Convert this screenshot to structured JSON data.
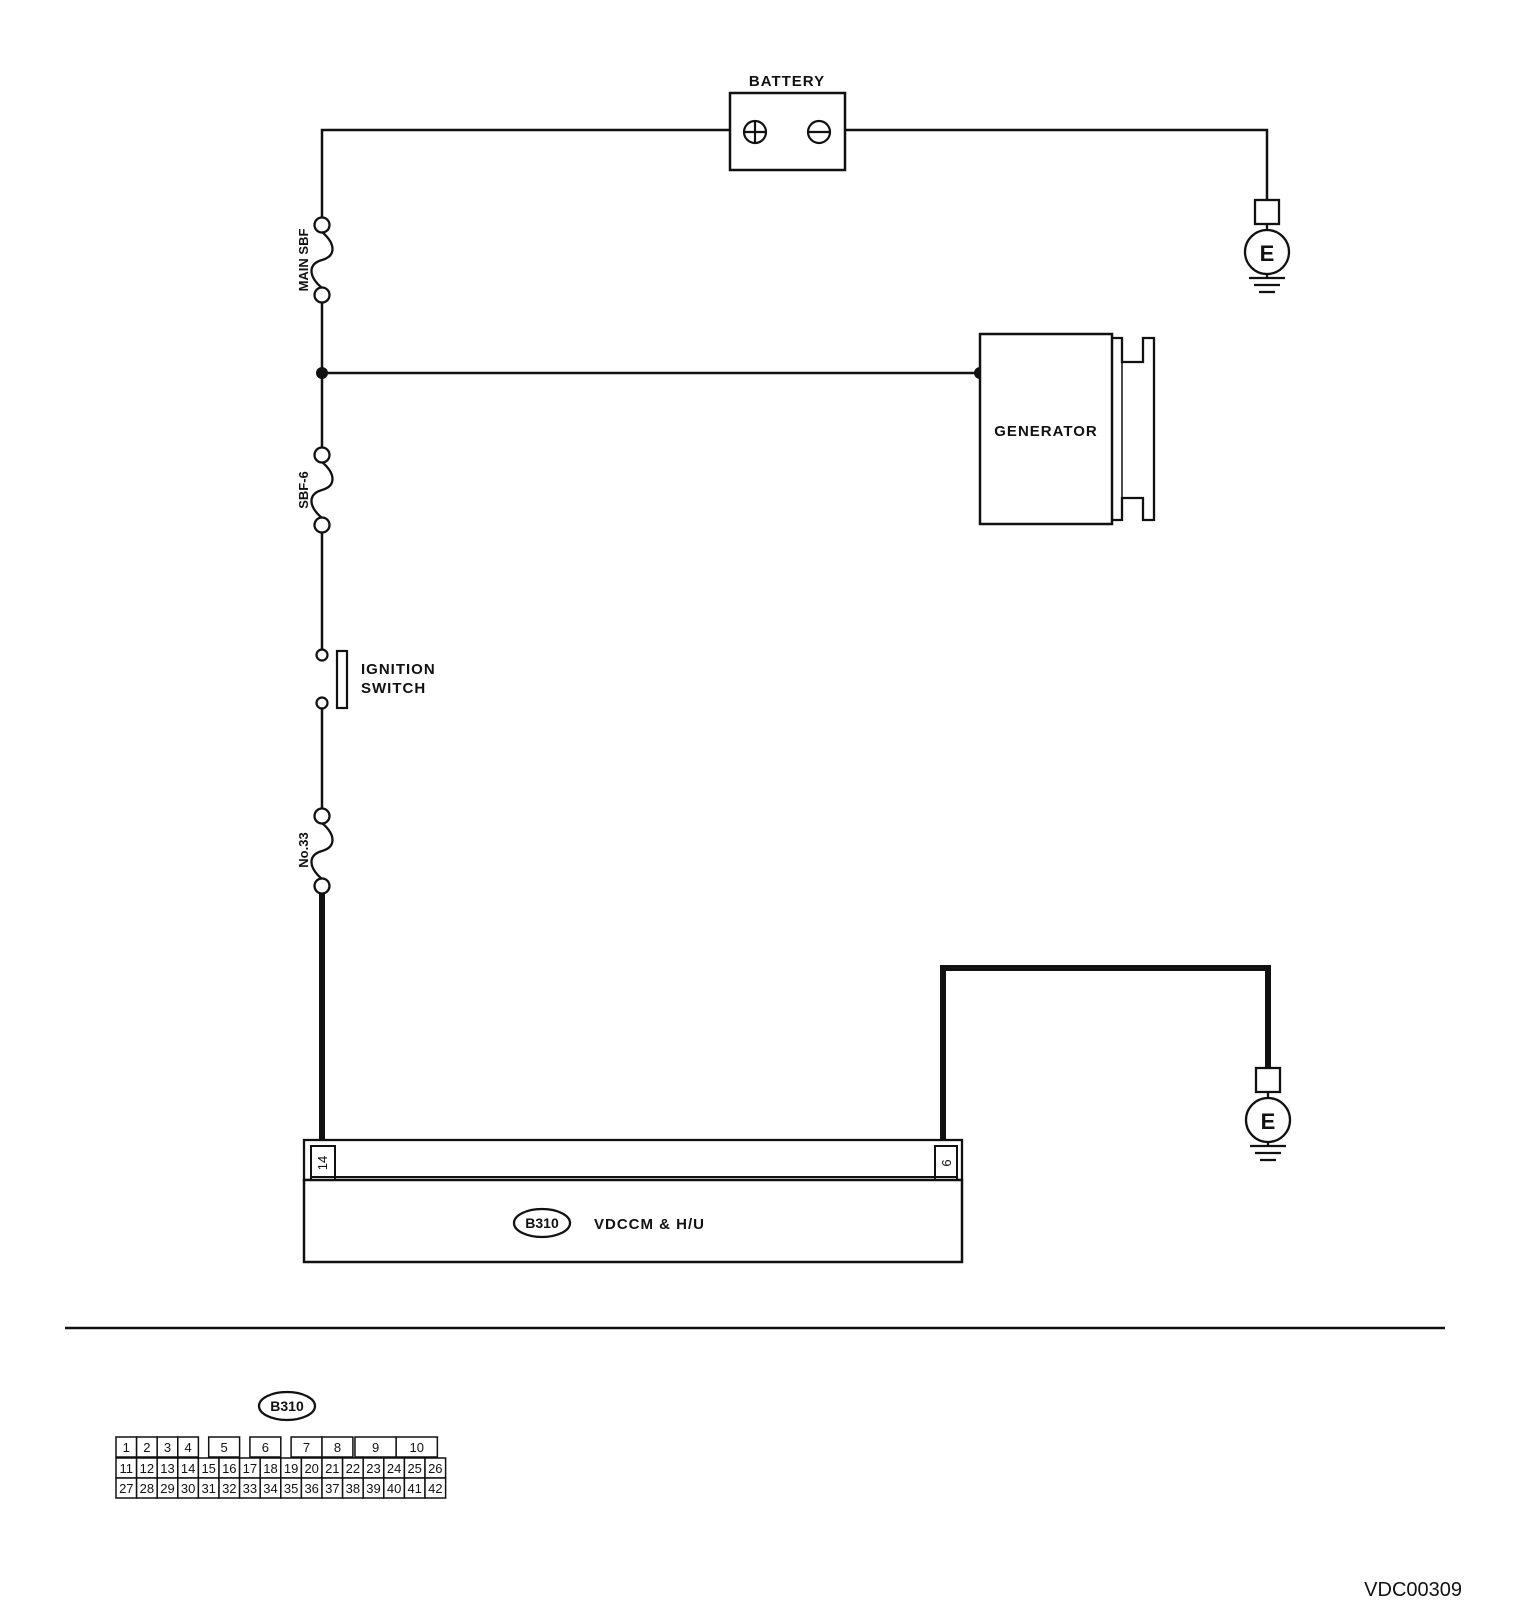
{
  "components": {
    "battery": {
      "label": "BATTERY",
      "plus": "⊕",
      "minus": "⊖"
    },
    "main_fuse": {
      "label": "MAIN SBF"
    },
    "sbf6_fuse": {
      "label": "SBF-6"
    },
    "generator": {
      "label": "GENERATOR"
    },
    "ignition_switch": {
      "line1": "IGNITION",
      "line2": "SWITCH"
    },
    "fuse33": {
      "label": "No.33"
    },
    "ground_top": {
      "label": "E"
    },
    "ground_bottom": {
      "label": "E"
    },
    "module": {
      "connector_id": "B310",
      "name": "VDCCM & H/U",
      "pin_left": "14",
      "pin_right": "6"
    }
  },
  "connector_chart": {
    "connector_id": "B310",
    "row1": [
      "1",
      "2",
      "3",
      "4",
      "5",
      "6",
      "7",
      "8",
      "9",
      "10"
    ],
    "row2": [
      "11",
      "12",
      "13",
      "14",
      "15",
      "16",
      "17",
      "18",
      "19",
      "20",
      "21",
      "22",
      "23",
      "24",
      "25",
      "26"
    ],
    "row3": [
      "27",
      "28",
      "29",
      "30",
      "31",
      "32",
      "33",
      "34",
      "35",
      "36",
      "37",
      "38",
      "39",
      "40",
      "41",
      "42"
    ]
  },
  "footer": {
    "diagram_code": "VDC00309"
  }
}
